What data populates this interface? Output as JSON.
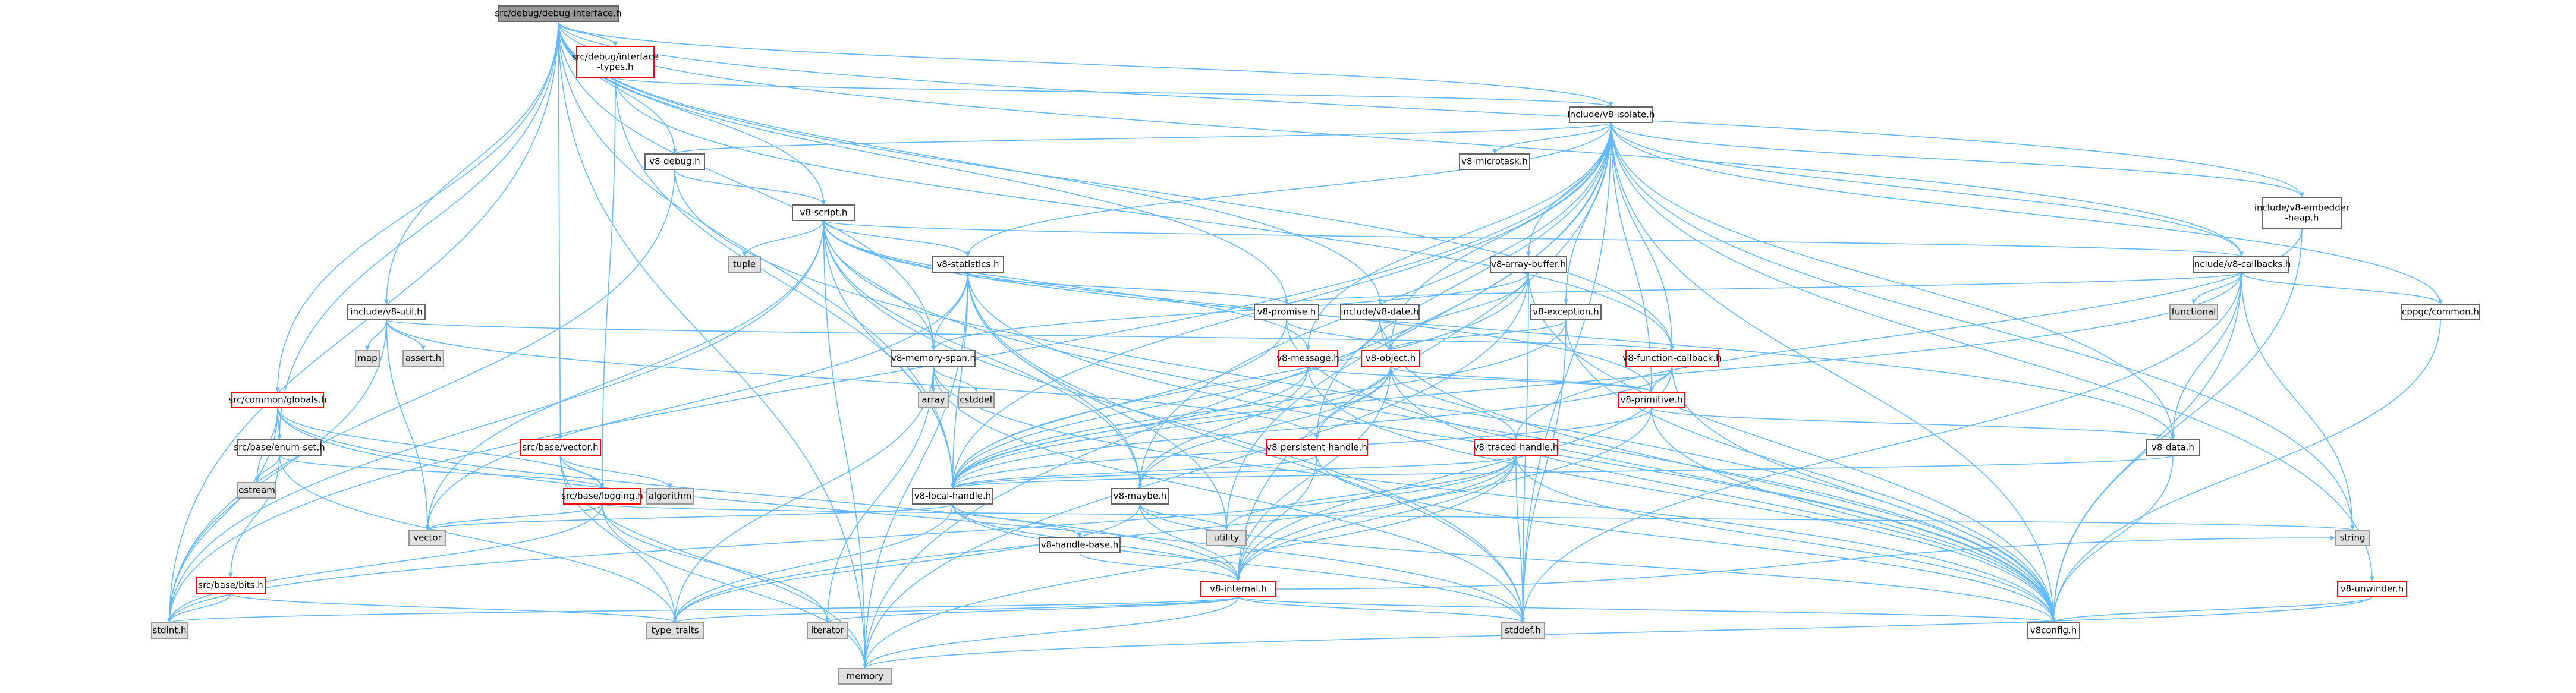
{
  "diagram": {
    "title": "src/debug/debug-interface.h",
    "styles": {
      "root": {
        "fill": "#999999",
        "stroke": "#666666"
      },
      "normal": {
        "fill": "#ffffff",
        "stroke": "#666666"
      },
      "red": {
        "fill": "#ffffff",
        "stroke": "#ff0000"
      },
      "std": {
        "fill": "#e0e0e0",
        "stroke": "#999999"
      },
      "edge": "#63b8ff"
    },
    "nodes": [
      {
        "id": "debug_interface",
        "label": "src/debug/debug-interface.h",
        "style": "root"
      },
      {
        "id": "interface_types",
        "label": "src/debug/interface-types.h",
        "style": "red"
      },
      {
        "id": "isolate",
        "label": "include/v8-isolate.h",
        "style": "normal"
      },
      {
        "id": "debug",
        "label": "v8-debug.h",
        "style": "normal"
      },
      {
        "id": "microtask",
        "label": "v8-microtask.h",
        "style": "normal"
      },
      {
        "id": "embedder_heap",
        "label": "include/v8-embedder-heap.h",
        "style": "normal"
      },
      {
        "id": "script",
        "label": "v8-script.h",
        "style": "normal"
      },
      {
        "id": "tuple",
        "label": "tuple",
        "style": "std"
      },
      {
        "id": "statistics",
        "label": "v8-statistics.h",
        "style": "normal"
      },
      {
        "id": "callbacks",
        "label": "include/v8-callbacks.h",
        "style": "normal"
      },
      {
        "id": "v8util",
        "label": "include/v8-util.h",
        "style": "normal"
      },
      {
        "id": "promise",
        "label": "v8-promise.h",
        "style": "normal"
      },
      {
        "id": "date",
        "label": "include/v8-date.h",
        "style": "normal"
      },
      {
        "id": "arraybuffer",
        "label": "v8-array-buffer.h",
        "style": "normal"
      },
      {
        "id": "exception",
        "label": "v8-exception.h",
        "style": "normal"
      },
      {
        "id": "functional",
        "label": "functional",
        "style": "std"
      },
      {
        "id": "cppgc_common",
        "label": "cppgc/common.h",
        "style": "normal"
      },
      {
        "id": "map",
        "label": "map",
        "style": "std"
      },
      {
        "id": "assert",
        "label": "assert.h",
        "style": "std"
      },
      {
        "id": "memory_span",
        "label": "v8-memory-span.h",
        "style": "normal"
      },
      {
        "id": "message",
        "label": "v8-message.h",
        "style": "red"
      },
      {
        "id": "object",
        "label": "v8-object.h",
        "style": "red"
      },
      {
        "id": "function_callback",
        "label": "v8-function-callback.h",
        "style": "red"
      },
      {
        "id": "globals",
        "label": "src/common/globals.h",
        "style": "red"
      },
      {
        "id": "array",
        "label": "array",
        "style": "std"
      },
      {
        "id": "cstddef",
        "label": "cstddef",
        "style": "std"
      },
      {
        "id": "primitive",
        "label": "v8-primitive.h",
        "style": "red"
      },
      {
        "id": "enum_set",
        "label": "src/base/enum-set.h",
        "style": "normal"
      },
      {
        "id": "vector_h",
        "label": "src/base/vector.h",
        "style": "red"
      },
      {
        "id": "persistent_handle",
        "label": "v8-persistent-handle.h",
        "style": "red"
      },
      {
        "id": "traced_handle",
        "label": "v8-traced-handle.h",
        "style": "red"
      },
      {
        "id": "data",
        "label": "v8-data.h",
        "style": "normal"
      },
      {
        "id": "ostream",
        "label": "ostream",
        "style": "std"
      },
      {
        "id": "logging",
        "label": "src/base/logging.h",
        "style": "red"
      },
      {
        "id": "algorithm",
        "label": "algorithm",
        "style": "std"
      },
      {
        "id": "local_handle",
        "label": "v8-local-handle.h",
        "style": "normal"
      },
      {
        "id": "maybe",
        "label": "v8-maybe.h",
        "style": "normal"
      },
      {
        "id": "vector",
        "label": "vector",
        "style": "std"
      },
      {
        "id": "utility",
        "label": "utility",
        "style": "std"
      },
      {
        "id": "string",
        "label": "string",
        "style": "std"
      },
      {
        "id": "handle_base",
        "label": "v8-handle-base.h",
        "style": "normal"
      },
      {
        "id": "bits",
        "label": "src/base/bits.h",
        "style": "red"
      },
      {
        "id": "internal",
        "label": "v8-internal.h",
        "style": "red"
      },
      {
        "id": "unwinder",
        "label": "v8-unwinder.h",
        "style": "red"
      },
      {
        "id": "stdint",
        "label": "stdint.h",
        "style": "std"
      },
      {
        "id": "type_traits",
        "label": "type_traits",
        "style": "std"
      },
      {
        "id": "iterator",
        "label": "iterator",
        "style": "std"
      },
      {
        "id": "stddef",
        "label": "stddef.h",
        "style": "std"
      },
      {
        "id": "v8config",
        "label": "v8config.h",
        "style": "normal"
      },
      {
        "id": "memory",
        "label": "memory",
        "style": "std"
      }
    ],
    "edges": [
      [
        "debug_interface",
        "interface_types"
      ],
      [
        "debug_interface",
        "isolate"
      ],
      [
        "debug_interface",
        "debug"
      ],
      [
        "debug_interface",
        "embedder_heap"
      ],
      [
        "debug_interface",
        "script"
      ],
      [
        "debug_interface",
        "callbacks"
      ],
      [
        "debug_interface",
        "v8util"
      ],
      [
        "debug_interface",
        "promise"
      ],
      [
        "debug_interface",
        "date"
      ],
      [
        "debug_interface",
        "memory_span"
      ],
      [
        "debug_interface",
        "globals"
      ],
      [
        "debug_interface",
        "enum_set"
      ],
      [
        "debug_interface",
        "vector_h"
      ],
      [
        "debug_interface",
        "local_handle"
      ],
      [
        "debug_interface",
        "memory"
      ],
      [
        "debug_interface",
        "function_callback"
      ],
      [
        "debug_interface",
        "stdint"
      ],
      [
        "interface_types",
        "isolate"
      ],
      [
        "interface_types",
        "function_callback"
      ],
      [
        "interface_types",
        "local_handle"
      ],
      [
        "interface_types",
        "logging"
      ],
      [
        "isolate",
        "debug"
      ],
      [
        "isolate",
        "microtask"
      ],
      [
        "isolate",
        "embedder_heap"
      ],
      [
        "isolate",
        "statistics"
      ],
      [
        "isolate",
        "callbacks"
      ],
      [
        "isolate",
        "arraybuffer"
      ],
      [
        "isolate",
        "exception"
      ],
      [
        "isolate",
        "cppgc_common"
      ],
      [
        "isolate",
        "function_callback"
      ],
      [
        "isolate",
        "message"
      ],
      [
        "isolate",
        "object"
      ],
      [
        "isolate",
        "primitive"
      ],
      [
        "isolate",
        "persistent_handle"
      ],
      [
        "isolate",
        "data"
      ],
      [
        "isolate",
        "local_handle"
      ],
      [
        "isolate",
        "maybe"
      ],
      [
        "isolate",
        "utility"
      ],
      [
        "isolate",
        "string"
      ],
      [
        "isolate",
        "internal"
      ],
      [
        "isolate",
        "unwinder"
      ],
      [
        "isolate",
        "stddef"
      ],
      [
        "isolate",
        "stdint"
      ],
      [
        "isolate",
        "memory"
      ],
      [
        "isolate",
        "v8config"
      ],
      [
        "debug",
        "script"
      ],
      [
        "debug",
        "stdint"
      ],
      [
        "debug",
        "v8config"
      ],
      [
        "script",
        "tuple"
      ],
      [
        "script",
        "statistics"
      ],
      [
        "script",
        "callbacks"
      ],
      [
        "script",
        "memory_span"
      ],
      [
        "script",
        "message"
      ],
      [
        "script",
        "data"
      ],
      [
        "script",
        "local_handle"
      ],
      [
        "script",
        "maybe"
      ],
      [
        "script",
        "primitive"
      ],
      [
        "script",
        "vector"
      ],
      [
        "script",
        "stddef"
      ],
      [
        "script",
        "stdint"
      ],
      [
        "script",
        "memory"
      ],
      [
        "script",
        "v8config"
      ],
      [
        "embedder_heap",
        "traced_handle"
      ],
      [
        "embedder_heap",
        "v8config"
      ],
      [
        "statistics",
        "memory_span"
      ],
      [
        "statistics",
        "promise"
      ],
      [
        "statistics",
        "local_handle"
      ],
      [
        "statistics",
        "maybe"
      ],
      [
        "statistics",
        "stddef"
      ],
      [
        "statistics",
        "memory"
      ],
      [
        "statistics",
        "utility"
      ],
      [
        "statistics",
        "vector"
      ],
      [
        "statistics",
        "v8config"
      ],
      [
        "callbacks",
        "functional"
      ],
      [
        "callbacks",
        "cppgc_common"
      ],
      [
        "callbacks",
        "data"
      ],
      [
        "callbacks",
        "local_handle"
      ],
      [
        "callbacks",
        "promise"
      ],
      [
        "callbacks",
        "string"
      ],
      [
        "callbacks",
        "stddef"
      ],
      [
        "callbacks",
        "v8config"
      ],
      [
        "v8util",
        "map"
      ],
      [
        "v8util",
        "assert"
      ],
      [
        "v8util",
        "function_callback"
      ],
      [
        "v8util",
        "persistent_handle"
      ],
      [
        "v8util",
        "vector"
      ],
      [
        "v8util",
        "stdint"
      ],
      [
        "promise",
        "object"
      ],
      [
        "promise",
        "local_handle"
      ],
      [
        "promise",
        "v8config"
      ],
      [
        "date",
        "object"
      ],
      [
        "date",
        "local_handle"
      ],
      [
        "date",
        "v8config"
      ],
      [
        "arraybuffer",
        "object"
      ],
      [
        "arraybuffer",
        "memory_span"
      ],
      [
        "arraybuffer",
        "local_handle"
      ],
      [
        "arraybuffer",
        "stddef"
      ],
      [
        "arraybuffer",
        "memory"
      ],
      [
        "arraybuffer",
        "v8config"
      ],
      [
        "exception",
        "object"
      ],
      [
        "exception",
        "local_handle"
      ],
      [
        "exception",
        "stddef"
      ],
      [
        "exception",
        "v8config"
      ],
      [
        "cppgc_common",
        "v8config"
      ],
      [
        "memory_span",
        "array"
      ],
      [
        "memory_span",
        "cstddef"
      ],
      [
        "memory_span",
        "iterator"
      ],
      [
        "memory_span",
        "type_traits"
      ],
      [
        "memory_span",
        "stddef"
      ],
      [
        "memory_span",
        "v8config"
      ],
      [
        "message",
        "local_handle"
      ],
      [
        "message",
        "maybe"
      ],
      [
        "message",
        "primitive"
      ],
      [
        "message",
        "v8config"
      ],
      [
        "object",
        "local_handle"
      ],
      [
        "object",
        "maybe"
      ],
      [
        "object",
        "persistent_handle"
      ],
      [
        "object",
        "primitive"
      ],
      [
        "object",
        "traced_handle"
      ],
      [
        "object",
        "internal"
      ],
      [
        "object",
        "v8config"
      ],
      [
        "function_callback",
        "local_handle"
      ],
      [
        "function_callback",
        "primitive"
      ],
      [
        "function_callback",
        "internal"
      ],
      [
        "function_callback",
        "v8config"
      ],
      [
        "primitive",
        "data"
      ],
      [
        "primitive",
        "internal"
      ],
      [
        "primitive",
        "local_handle"
      ],
      [
        "primitive",
        "v8config"
      ],
      [
        "globals",
        "enum_set"
      ],
      [
        "globals",
        "logging"
      ],
      [
        "globals",
        "ostream"
      ],
      [
        "globals",
        "stddef"
      ],
      [
        "globals",
        "stdint"
      ],
      [
        "globals",
        "internal"
      ],
      [
        "enum_set",
        "logging"
      ],
      [
        "enum_set",
        "bits"
      ],
      [
        "enum_set",
        "ostream"
      ],
      [
        "enum_set",
        "type_traits"
      ],
      [
        "vector_h",
        "logging"
      ],
      [
        "vector_h",
        "algorithm"
      ],
      [
        "vector_h",
        "type_traits"
      ],
      [
        "vector_h",
        "memory"
      ],
      [
        "persistent_handle",
        "local_handle"
      ],
      [
        "persistent_handle",
        "internal"
      ],
      [
        "persistent_handle",
        "v8config"
      ],
      [
        "traced_handle",
        "local_handle"
      ],
      [
        "traced_handle",
        "internal"
      ],
      [
        "traced_handle",
        "v8config"
      ],
      [
        "traced_handle",
        "stddef"
      ],
      [
        "traced_handle",
        "stdint"
      ],
      [
        "traced_handle",
        "memory"
      ],
      [
        "traced_handle",
        "type_traits"
      ],
      [
        "traced_handle",
        "utility"
      ],
      [
        "data",
        "local_handle"
      ],
      [
        "data",
        "v8config"
      ],
      [
        "logging",
        "iterator"
      ],
      [
        "logging",
        "string"
      ],
      [
        "logging",
        "stdint"
      ],
      [
        "logging",
        "memory"
      ],
      [
        "logging",
        "vector"
      ],
      [
        "local_handle",
        "handle_base"
      ],
      [
        "local_handle",
        "internal"
      ],
      [
        "local_handle",
        "stddef"
      ],
      [
        "local_handle",
        "type_traits"
      ],
      [
        "local_handle",
        "vector"
      ],
      [
        "maybe",
        "internal"
      ],
      [
        "maybe",
        "type_traits"
      ],
      [
        "maybe",
        "utility"
      ],
      [
        "maybe",
        "v8config"
      ],
      [
        "handle_base",
        "internal"
      ],
      [
        "bits",
        "stdint"
      ],
      [
        "bits",
        "type_traits"
      ],
      [
        "internal",
        "stddef"
      ],
      [
        "internal",
        "stdint"
      ],
      [
        "internal",
        "string"
      ],
      [
        "internal",
        "memory"
      ],
      [
        "internal",
        "iterator"
      ],
      [
        "internal",
        "type_traits"
      ],
      [
        "internal",
        "v8config"
      ],
      [
        "unwinder",
        "v8config"
      ],
      [
        "unwinder",
        "memory"
      ]
    ]
  }
}
